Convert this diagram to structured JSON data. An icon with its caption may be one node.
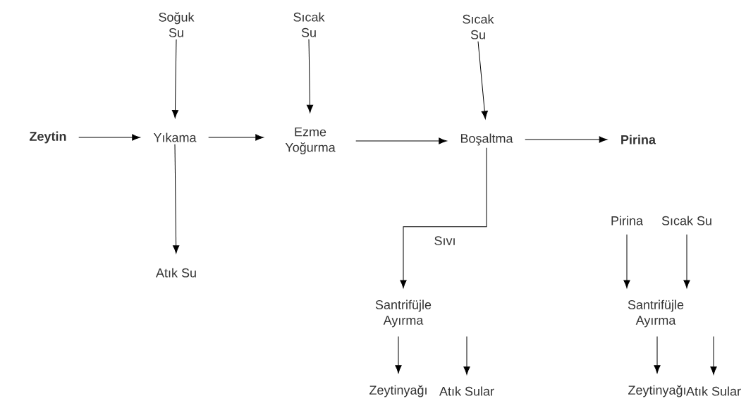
{
  "diagram": {
    "nodes": [
      {
        "text": [
          "**Zeytin**"
        ]
      },
      {
        "text": [
          "Yıkama"
        ]
      },
      {
        "text": [
          "Ezme Yoğurma"
        ]
      },
      {
        "text": [
          "Boşaltma"
        ]
      },
      {
        "text": [
          "**Pirina**"
        ]
      },
      {
        "text": [
          "Soğuk Su"
        ]
      },
      {
        "text": [
          "Sıcak Su"
        ]
      },
      {
        "text": [
          "Sıcak Su"
        ]
      },
      {
        "text": [
          "Atık Su"
        ]
      },
      {
        "text": [
          "Santrifüjle Ayırma"
        ]
      },
      {
        "text": [
          "Zeytinyağı"
        ]
      },
      {
        "text": [
          "Atık Sular"
        ]
      },
      {
        "text": [
          "Pirina"
        ]
      },
      {
        "text": [
          "Sıcak Su"
        ]
      },
      {
        "text": [
          "Santrifüjle Ayırma"
        ]
      },
      {
        "text": [
          "Zeytinyağı"
        ]
      },
      {
        "text": [
          "Atık Sular"
        ]
      }
    ],
    "edges": [
      {
        "from": 0,
        "to": 1,
        "arrow": "to"
      },
      {
        "from": 1,
        "to": 2,
        "arrow": "to"
      },
      {
        "from": 2,
        "to": 3,
        "arrow": "to"
      },
      {
        "from": 3,
        "to": 4,
        "arrow": "to"
      },
      {
        "from": 5,
        "to": 1,
        "arrow": "to"
      },
      {
        "from": 6,
        "to": 2,
        "arrow": "to"
      },
      {
        "from": 7,
        "to": 3,
        "arrow": "to"
      },
      {
        "from": 1,
        "to": 8,
        "arrow": "to"
      },
      {
        "from": 3,
        "to": 9,
        "arrow": "to",
        "label": "Sıvı"
      },
      {
        "from": 9,
        "to": 10,
        "arrow": "to"
      },
      {
        "from": 9,
        "to": 11,
        "arrow": "to"
      },
      {
        "from": 12,
        "to": 14,
        "arrow": "to"
      },
      {
        "from": 13,
        "to": 14,
        "arrow": "to"
      },
      {
        "from": 14,
        "to": 15,
        "arrow": "to"
      },
      {
        "from": 14,
        "to": 16,
        "arrow": "to"
      }
    ]
  }
}
